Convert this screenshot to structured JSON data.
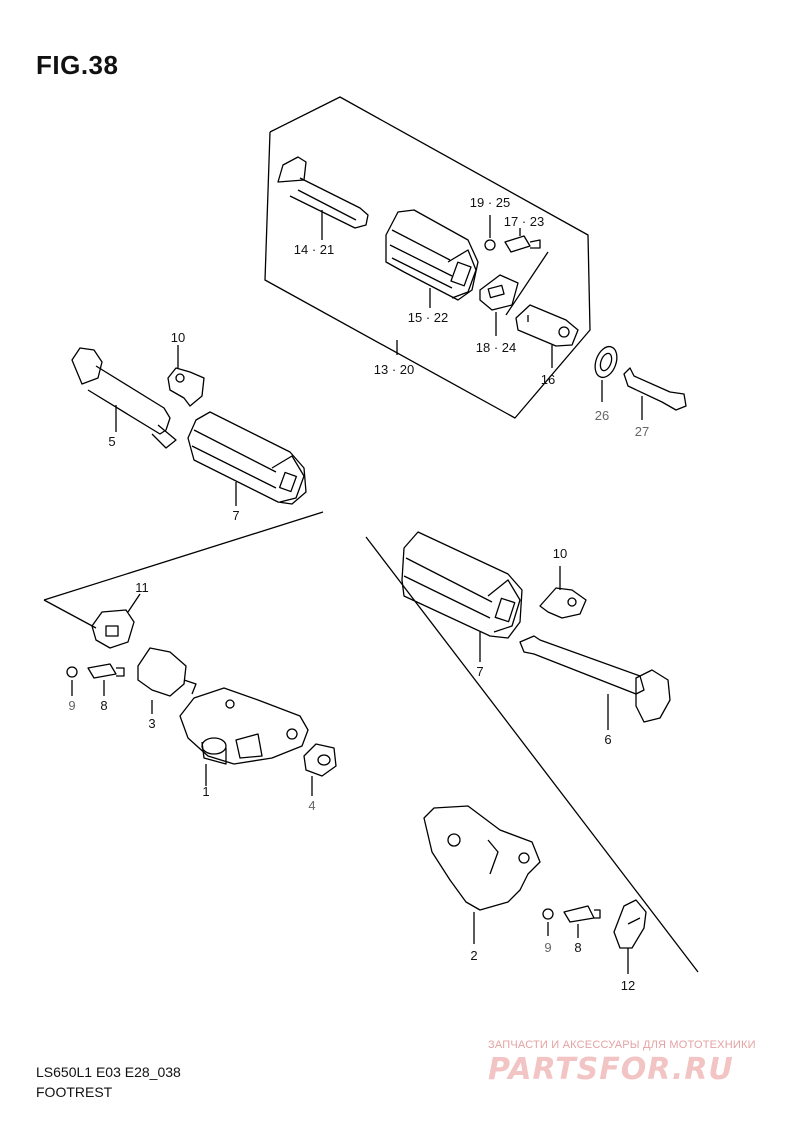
{
  "figure": {
    "title": "FIG.38",
    "code": "LS650L1 E03 E28_038",
    "name": "FOOTREST"
  },
  "labels": {
    "l14_21": "14 · 21",
    "l19_25": "19 · 25",
    "l17_23": "17 · 23",
    "l15_22": "15 · 22",
    "l18_24": "18 · 24",
    "l13_20": "13 · 20",
    "l16": "16",
    "l26": "26",
    "l27": "27",
    "l10a": "10",
    "l5": "5",
    "l7a": "7",
    "l11": "11",
    "l9a": "9",
    "l8a": "8",
    "l3": "3",
    "l1": "1",
    "l4": "4",
    "l10b": "10",
    "l7b": "7",
    "l6": "6",
    "l2": "2",
    "l9b": "9",
    "l8b": "8",
    "l12": "12"
  },
  "watermark": {
    "tagline": "ЗАПЧАСТИ И АКСЕССУАРЫ ДЛЯ МОТОТЕХНИКИ",
    "logo": "PARTSFOR.RU",
    "color": "#e4a3a3"
  }
}
